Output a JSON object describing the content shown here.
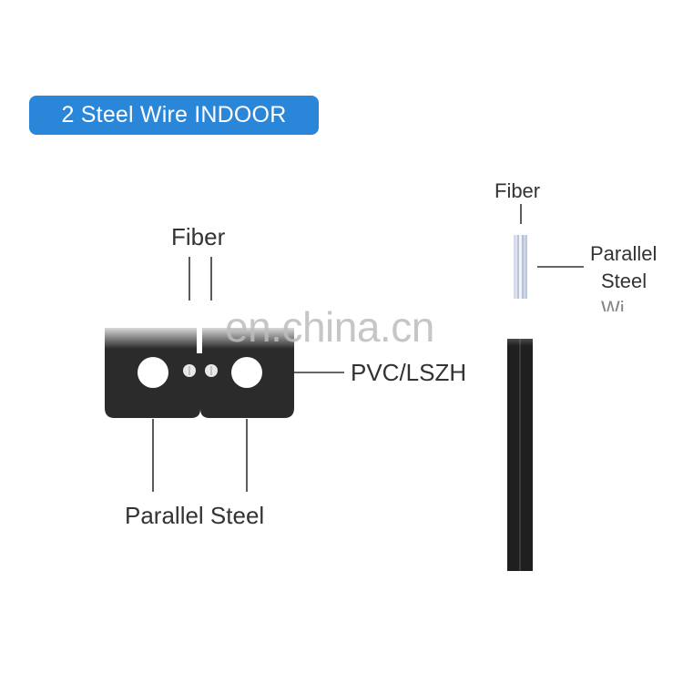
{
  "title_badge": "2 Steel Wire INDOOR",
  "cross_section": {
    "fiber_label": "Fiber",
    "jacket_label": "PVC/LSZH",
    "steel_label": "Parallel Steel"
  },
  "side_view": {
    "fiber_label": "Fiber",
    "steel_label_line1": "Parallel",
    "steel_label_line2": "Steel",
    "steel_label_line3": "Wi"
  },
  "watermark": "en.china.cn",
  "colors": {
    "badge": "#2a86d9",
    "cable_body": "#2b2b2b",
    "text": "#333333"
  }
}
